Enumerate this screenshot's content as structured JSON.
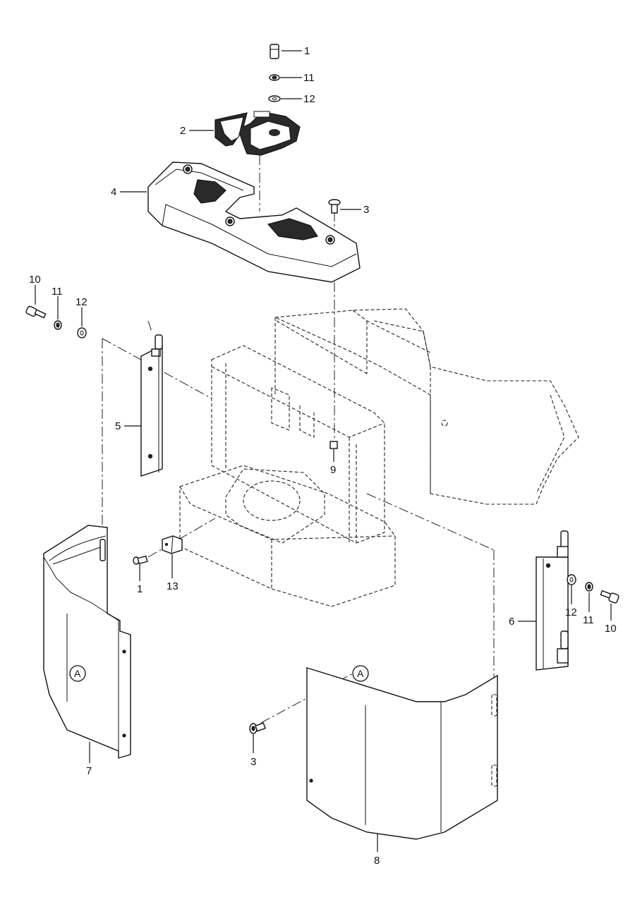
{
  "diagram": {
    "callouts": {
      "c1_top": "1",
      "c11_top": "11",
      "c12_top": "12",
      "c2": "2",
      "c4": "4",
      "c3_top": "3",
      "c10_left": "10",
      "c11_left": "11",
      "c12_left": "12",
      "c5": "5",
      "c9": "9",
      "c1_mid": "1",
      "c13": "13",
      "c6": "6",
      "c12_right": "12",
      "c11_right": "11",
      "c10_right": "10",
      "c7": "7",
      "c3_bottom": "3",
      "c8": "8"
    },
    "reference_markers": {
      "left_marker": "A",
      "right_marker": "A"
    }
  }
}
